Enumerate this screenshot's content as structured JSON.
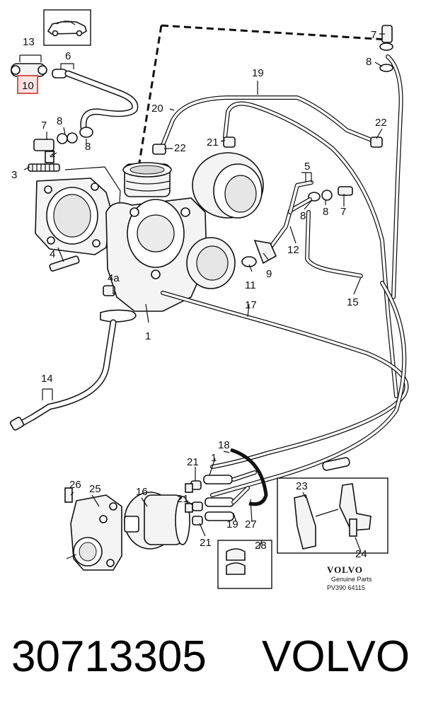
{
  "diagram": {
    "callouts": {
      "c13": "13",
      "c6": "6",
      "c10": "10",
      "c7a": "7",
      "c8a": "8",
      "c8b": "8",
      "c2": "2",
      "c3": "3",
      "c4": "4",
      "c4a": "4a",
      "c1": "1",
      "c20": "20",
      "c22a": "22",
      "c21a": "21",
      "c19a": "19",
      "c7b": "7",
      "c8c": "8",
      "c22b": "22",
      "c5": "5",
      "c8d": "8",
      "c8e": "8",
      "c7c": "7",
      "c12": "12",
      "c9": "9",
      "c11": "11",
      "c15": "15",
      "c17": "17",
      "c14": "14",
      "c18": "18",
      "c1b": "1",
      "c21b": "21",
      "c21c": "21",
      "c21d": "21",
      "c26": "26",
      "c25": "25",
      "c16": "16",
      "c19b": "19",
      "c27": "27",
      "c23": "23",
      "c24": "24",
      "c28": "28"
    },
    "highlight_color": "#d9534f",
    "brand": {
      "logo": "VOLVO",
      "line1": "Genuine Parts",
      "line2": "PV390 64115"
    }
  },
  "footer": {
    "part_number": "30713305",
    "brand": "VOLVO"
  }
}
